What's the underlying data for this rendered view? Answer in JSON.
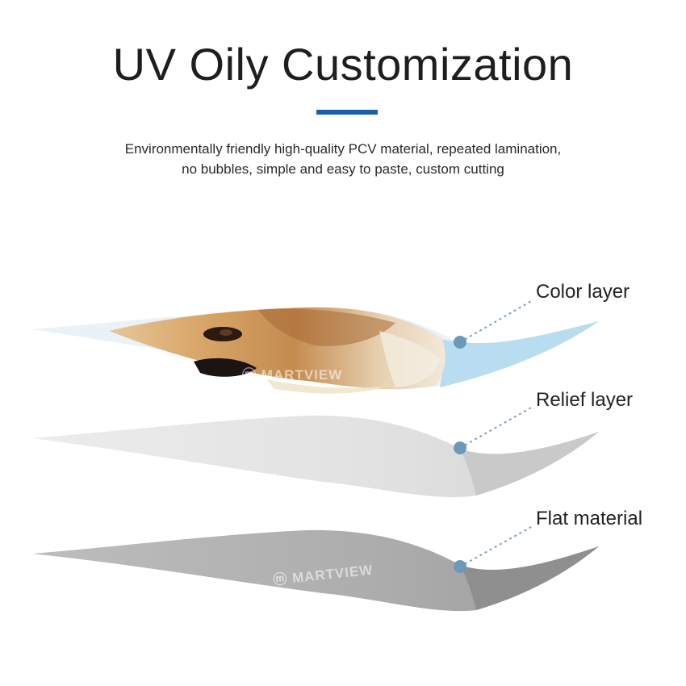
{
  "header": {
    "title": "UV Oily Customization",
    "subtitle_line1": "Environmentally friendly high-quality PCV material, repeated lamination,",
    "subtitle_line2": "no bubbles, simple and easy to paste, custom cutting"
  },
  "layers": [
    {
      "label": "Color layer"
    },
    {
      "label": "Relief layer"
    },
    {
      "label": "Flat material"
    }
  ],
  "watermarks": {
    "brand": "MARTVIEW",
    "brand_partial": "RTVIEW"
  },
  "colors": {
    "accent": "#1a5fa8",
    "dot": "#6b99b8",
    "relief": "#e3e3e3",
    "flat": "#aeaeae"
  }
}
